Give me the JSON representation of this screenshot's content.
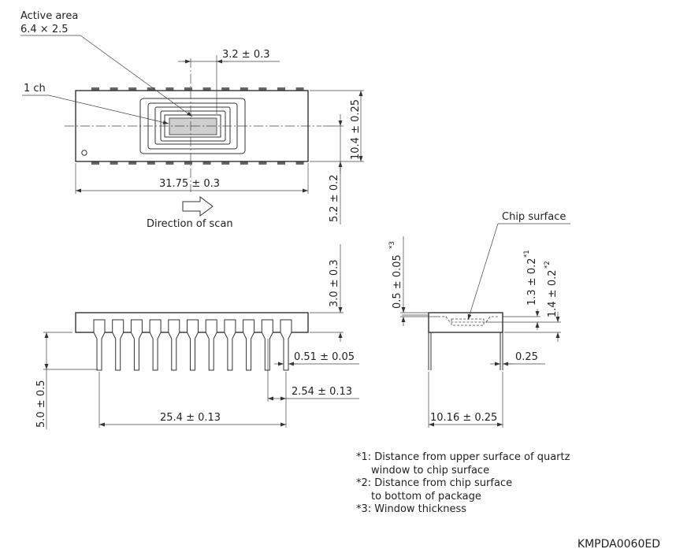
{
  "top_view": {
    "active_area_title": "Active area",
    "active_area_size": "6.4 × 2.5",
    "window_width": "3.2 ± 0.3",
    "channel_label": "1 ch",
    "package_height": "10.4 ± 0.25",
    "package_length": "31.75 ± 0.3",
    "offset_dimension": "5.2 ± 0.2",
    "scan_direction": "Direction of scan"
  },
  "side_view": {
    "body_height": "3.0 ± 0.3",
    "lead_length": "5.0 ± 0.5",
    "lead_width": "0.51 ± 0.05",
    "pin_pitch": "2.54 ± 0.13",
    "row_length": "25.4 ± 0.13"
  },
  "end_view": {
    "chip_surface_label": "Chip surface",
    "window_thickness": "0.5 ± 0.05",
    "window_thickness_ref": "*3",
    "window_to_chip": "1.3 ± 0.2",
    "window_to_chip_ref": "*1",
    "chip_to_bottom": "1.4 ± 0.2",
    "chip_to_bottom_ref": "*2",
    "lead_thickness": "0.25",
    "row_spacing": "10.16 ± 0.25"
  },
  "notes": [
    {
      "line1": "*1: Distance from upper surface of quartz",
      "line2": "window to chip surface"
    },
    {
      "line1": "*2: Distance from chip surface",
      "line2": "to bottom of package"
    },
    {
      "line1": "*3: Window thickness"
    }
  ],
  "document_id": "KMPDA0060ED"
}
